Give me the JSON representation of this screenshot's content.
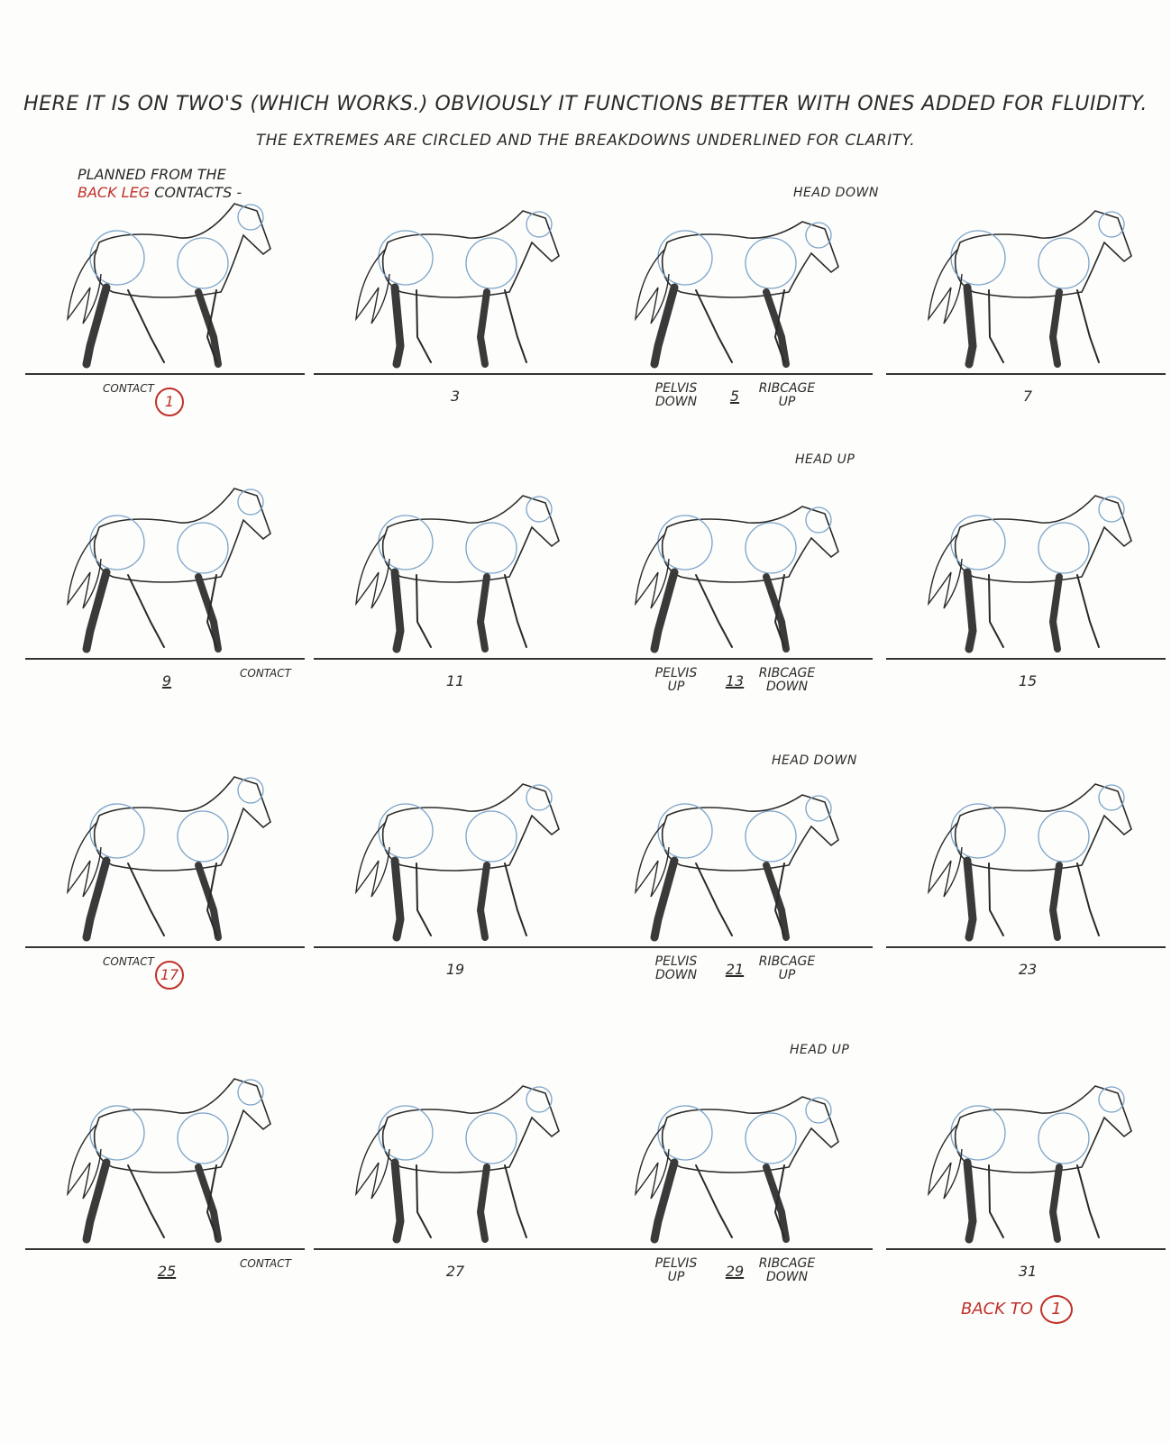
{
  "header": {
    "line1": "HERE IT IS ON TWO'S (WHICH WORKS.) OBVIOUSLY IT FUNCTIONS BETTER WITH ONES ADDED FOR FLUIDITY.",
    "line2": "THE EXTREMES ARE CIRCLED AND THE BREAKDOWNS UNDERLINED FOR CLARITY."
  },
  "planned_note": {
    "line1": "PLANNED FROM THE",
    "red": "BACK LEG",
    "rest": "CONTACTS -"
  },
  "head_notes": [
    "HEAD DOWN",
    "HEAD UP",
    "HEAD DOWN",
    "HEAD UP"
  ],
  "frames": [
    {
      "number": "1",
      "style": "circled",
      "contact_left": "CONTACT"
    },
    {
      "number": "3"
    },
    {
      "number": "5",
      "style": "underlined",
      "left": [
        "PELVIS",
        "DOWN"
      ],
      "right": [
        "RIBCAGE",
        "UP"
      ]
    },
    {
      "number": "7"
    },
    {
      "number": "9",
      "style": "underlined",
      "contact_right": "CONTACT"
    },
    {
      "number": "11"
    },
    {
      "number": "13",
      "style": "underlined",
      "left": [
        "PELVIS",
        "UP"
      ],
      "right": [
        "RIBCAGE",
        "DOWN"
      ]
    },
    {
      "number": "15"
    },
    {
      "number": "17",
      "style": "circled",
      "contact_left": "CONTACT"
    },
    {
      "number": "19"
    },
    {
      "number": "21",
      "style": "underlined",
      "left": [
        "PELVIS",
        "DOWN"
      ],
      "right": [
        "RIBCAGE",
        "UP"
      ]
    },
    {
      "number": "23"
    },
    {
      "number": "25",
      "style": "underlined",
      "contact_right": "CONTACT"
    },
    {
      "number": "27"
    },
    {
      "number": "29",
      "style": "underlined",
      "left": [
        "PELVIS",
        "UP"
      ],
      "right": [
        "RIBCAGE",
        "DOWN"
      ]
    },
    {
      "number": "31"
    }
  ],
  "footer": {
    "back_label": "BACK TO",
    "back_number": "1"
  },
  "colors": {
    "ink": "#2a2a2a",
    "red": "#c0302a",
    "construction_blue": "#7aa3c9",
    "shade": "#3a3a3a"
  }
}
